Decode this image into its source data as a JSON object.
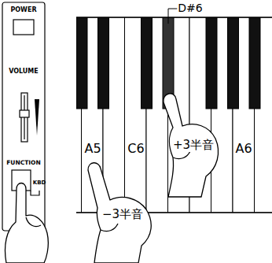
{
  "diagram": {
    "labels": [
      "POWER",
      "VOLUME",
      "FUNCTION",
      "KBD",
      "D#6",
      "A5",
      "C6",
      "+3半音",
      "A6",
      "−3半音"
    ]
  }
}
